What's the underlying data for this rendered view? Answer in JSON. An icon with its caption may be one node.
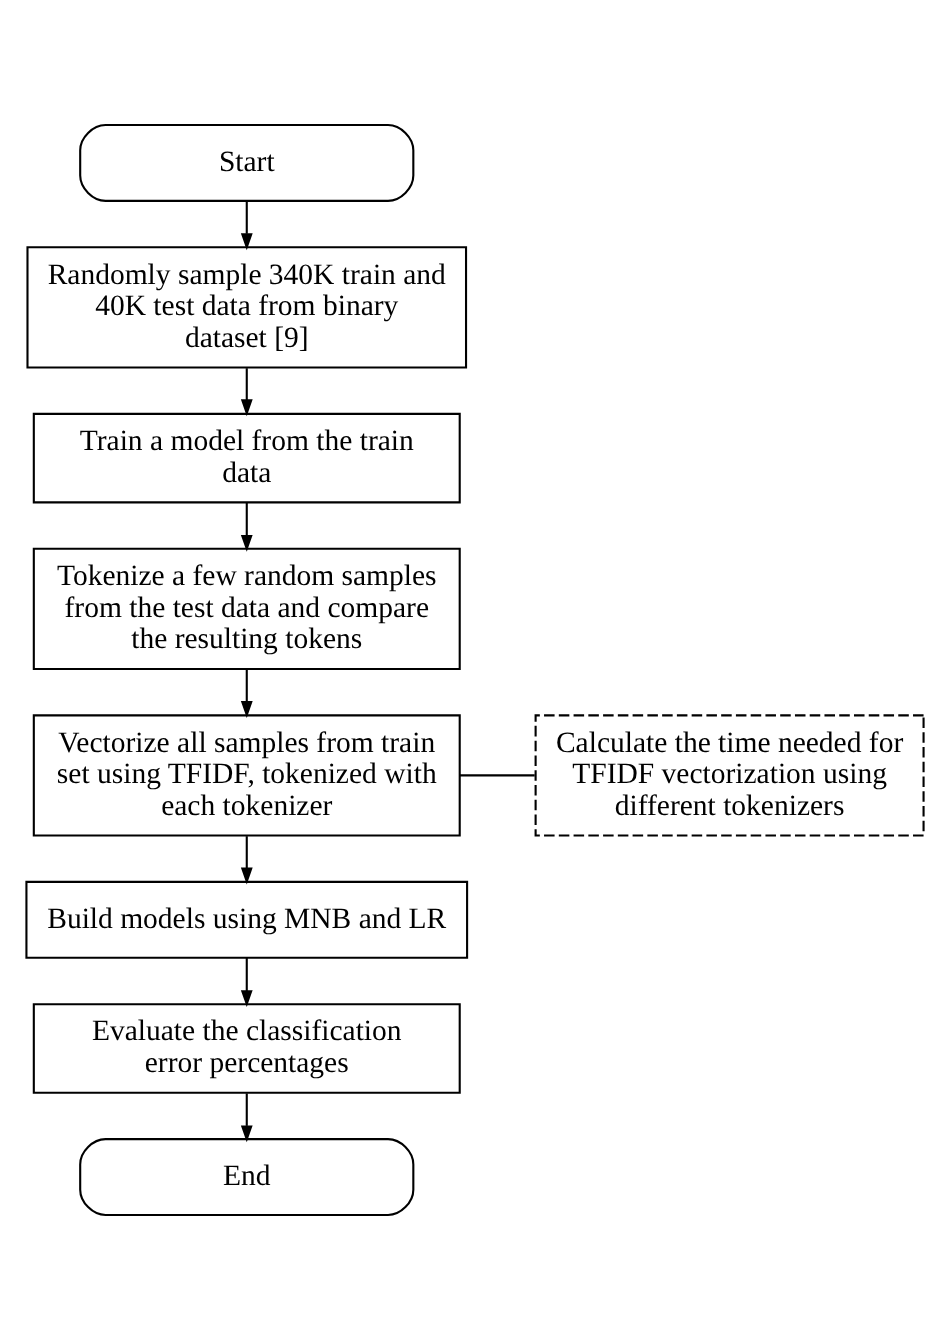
{
  "diagram": {
    "nodes": [
      {
        "text": [
          "Start"
        ]
      },
      {
        "text": [
          "Randomly sample 340K train and 40K test data from binary dataset [9]"
        ]
      },
      {
        "text": [
          "Train a model from the train data"
        ]
      },
      {
        "text": [
          "Tokenize a few random samples from the test data and compare the resulting tokens"
        ]
      },
      {
        "text": [
          "Calculate the time needed for TFIDF vectorization using different tokenizers"
        ]
      },
      {
        "text": [
          "Vectorize all samples from train set using TFIDF, tokenized with each tokenizer"
        ]
      },
      {
        "text": [
          "Build models using MNB and LR"
        ]
      },
      {
        "text": [
          "Evaluate the classification error percentages"
        ]
      },
      {
        "text": [
          "End"
        ]
      }
    ],
    "edges": [
      {
        "from": 0,
        "to": 1,
        "arrow": "to"
      },
      {
        "from": 1,
        "to": 2,
        "arrow": "to"
      },
      {
        "from": 2,
        "to": 3,
        "arrow": "to"
      },
      {
        "from": 3,
        "to": 5,
        "arrow": "to"
      },
      {
        "from": 4,
        "to": 5,
        "arrow": "none"
      },
      {
        "from": 5,
        "to": 6,
        "arrow": "to"
      },
      {
        "from": 6,
        "to": 7,
        "arrow": "to"
      },
      {
        "from": 7,
        "to": 8,
        "arrow": "to"
      }
    ]
  }
}
